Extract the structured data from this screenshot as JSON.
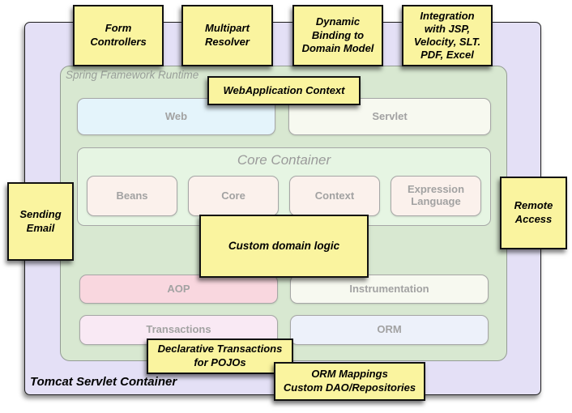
{
  "containers": {
    "tomcat": {
      "label": "Tomcat Servlet Container",
      "fill": "#E4E0F6"
    },
    "runtime": {
      "label": "Spring Framework Runtime",
      "fill": "#D8E8D1"
    }
  },
  "modules": {
    "web": {
      "label": "Web",
      "fill": "#E4F4FB"
    },
    "servlet": {
      "label": "Servlet",
      "fill": "#F7F9F0"
    },
    "core_container": {
      "title": "Core Container",
      "fill": "#E6F5E3",
      "child_fill": "#FBF1EC",
      "children": [
        {
          "label": "Beans"
        },
        {
          "label": "Core"
        },
        {
          "label": "Context"
        },
        {
          "label": "Expression Language"
        }
      ]
    },
    "aop": {
      "label": "AOP",
      "fill": "#F9D7DF"
    },
    "instrumentation": {
      "label": "Instrumentation",
      "fill": "#F7F9F0"
    },
    "transactions": {
      "label": "Transactions",
      "fill": "#F9E9F4"
    },
    "orm": {
      "label": "ORM",
      "fill": "#EDF1FA"
    }
  },
  "notes": {
    "color": "#FAF49F",
    "items": [
      {
        "id": "form-controllers",
        "text": "Form\nControllers"
      },
      {
        "id": "multipart-resolver",
        "text": "Multipart\nResolver"
      },
      {
        "id": "dynamic-binding",
        "text": "Dynamic\nBinding to\nDomain Model"
      },
      {
        "id": "integration-views",
        "text": "Integration\nwith JSP,\nVelocity, SLT.\nPDF, Excel"
      },
      {
        "id": "webapplication-context",
        "text": "WebApplication Context"
      },
      {
        "id": "sending-email",
        "text": "Sending\nEmail"
      },
      {
        "id": "remote-access",
        "text": "Remote\nAccess"
      },
      {
        "id": "custom-domain-logic",
        "text": "Custom domain logic"
      },
      {
        "id": "declarative-transactions",
        "text": "Declarative Transactions\nfor POJOs"
      },
      {
        "id": "orm-mappings",
        "text": "ORM Mappings\nCustom DAO/Repositories"
      }
    ]
  }
}
